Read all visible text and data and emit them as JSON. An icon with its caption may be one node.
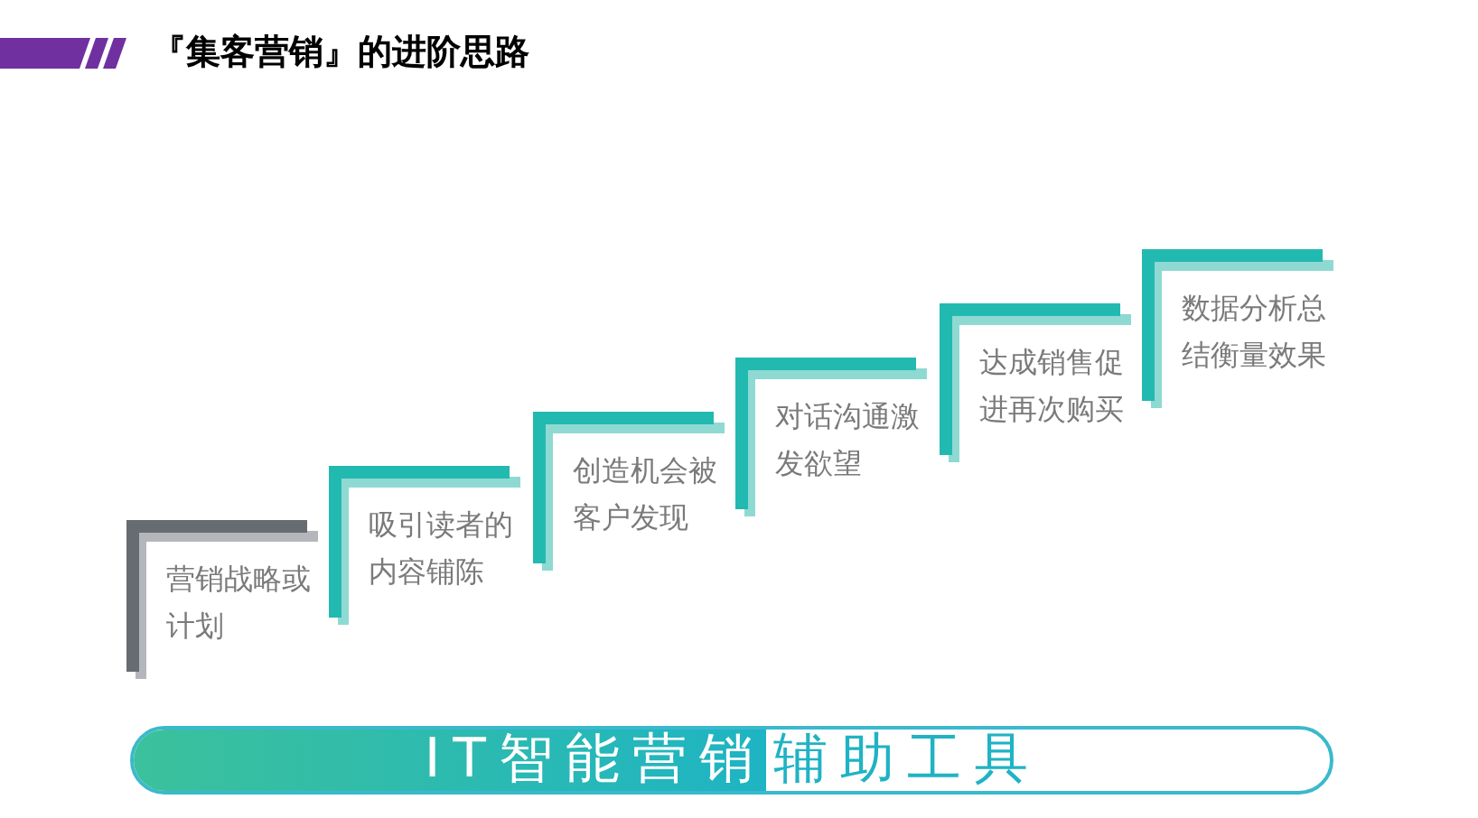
{
  "diagram": {
    "title": "『集客营销』的进阶思路",
    "nodes": [
      {
        "text": [
          "营销战略或计划"
        ]
      },
      {
        "text": [
          "吸引读者的内容铺陈"
        ]
      },
      {
        "text": [
          "创造机会被客户发现"
        ]
      },
      {
        "text": [
          "对话沟通激发欲望"
        ]
      },
      {
        "text": [
          "达成销售促进再次购买"
        ]
      },
      {
        "text": [
          "数据分析总结衡量效果"
        ]
      },
      {
        "text": [
          "IT智能营销",
          "辅助工具"
        ]
      }
    ]
  }
}
